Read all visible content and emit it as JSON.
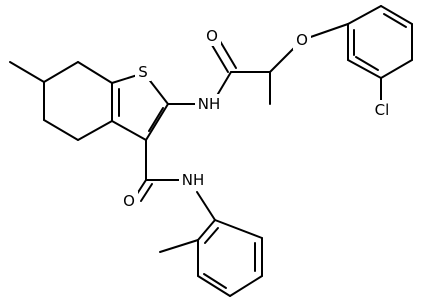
{
  "atom_labels": {
    "sulfur": "S",
    "ring_ether_oxygen": "O",
    "chlorine": "Cl",
    "amide_oxygen_top": "O",
    "amide_nh_top": "NH",
    "amide_oxygen_bottom": "O",
    "amide_nh_bottom": "NH"
  },
  "colors": {
    "bond": "#000000",
    "text": "#000000",
    "background": "#ffffff"
  }
}
